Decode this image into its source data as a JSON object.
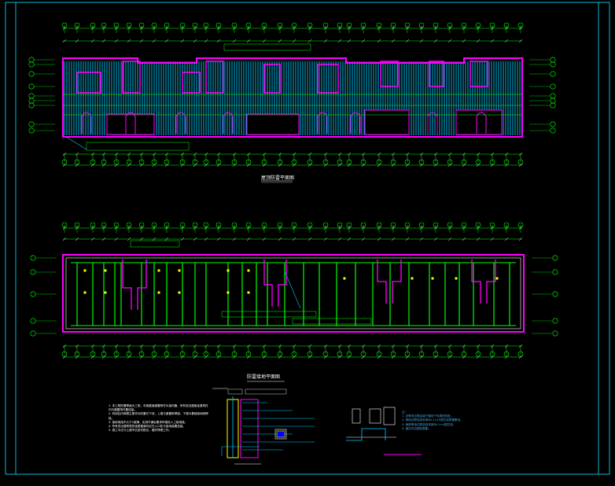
{
  "plans": [
    {
      "title": "屋顶防雷平面图"
    },
    {
      "title": "防雷接地平面图"
    }
  ],
  "notes": {
    "left": [
      "1. 本工程防雷等级为三类，利用屋面避雷带作为接闪器，所有突出屋面金属构件均与避雷带可靠连接。",
      "2. 利用柱内两根主筋作为防雷引下线，上端与避雷带焊接，下端与基础接地网焊接。",
      "3. 接地电阻不大于1欧姆，实测不满足要求时增设人工接地极。",
      "4. 所有进出建筑物的金属管道均应在入口处与接地装置连接。",
      "5. 施工中应与土建专业密切配合，做好预埋工作。"
    ],
    "right": [
      "注：",
      "1. 总等电位联结端子箱设于电源进线处。",
      "2. 等电位联结线采用BV-1×25铜芯线穿管敷设。",
      "3. 局部等电位联结线采用BV-1×4铜芯线。",
      "4. 做法详见国标图集。"
    ]
  },
  "colors": {
    "frame": "#00bcd4",
    "wall": "#ff00ff",
    "grid": "#00ff00",
    "hatch": "#00ccff",
    "dim": "#ffffff",
    "marker": "#ffff00"
  }
}
